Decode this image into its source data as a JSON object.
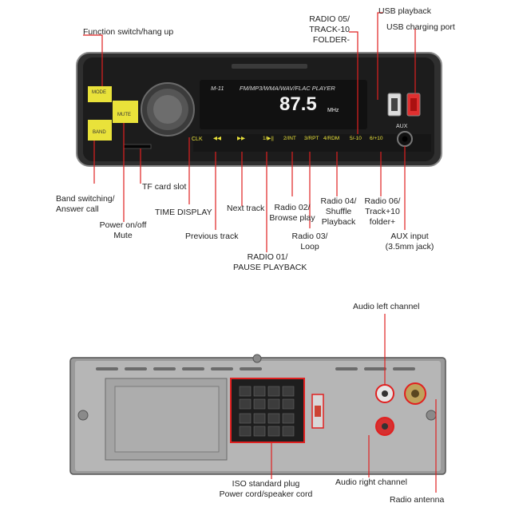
{
  "front_labels": {
    "function_switch": "Function switch/hang up",
    "radio05": [
      "RADIO 05/",
      "TRACK-10",
      "FOLDER-"
    ],
    "usb_playback": "USB playback",
    "usb_charging": "USB charging port",
    "tf_slot": "TF card slot",
    "band_switching": [
      "Band switching/",
      "Answer call"
    ],
    "power_mute": [
      "Power on/off",
      "Mute"
    ],
    "time_display": "TIME DISPLAY",
    "next_track": "Next track",
    "previous_track": "Previous track",
    "radio02": [
      "Radio 02/",
      "Browse play"
    ],
    "radio03": [
      "Radio 03/",
      "Loop"
    ],
    "radio04": [
      "Radio 04/",
      "Shuffle",
      "Playback"
    ],
    "radio06": [
      "Radio 06/",
      "Track+10",
      "folder+"
    ],
    "aux_input": [
      "AUX input",
      "(3.5mm jack)"
    ],
    "radio01": [
      "RADIO 01/",
      "PAUSE PLAYBACK"
    ]
  },
  "device": {
    "model": "M-11",
    "formats": "FM/MP3/WMA/WAV/FLAC  PLAYER",
    "frequency": "87.5",
    "unit": "MHz",
    "mode_btn": "MODE",
    "mute_btn": "MUTE",
    "band_btn": "BAND",
    "clk": "CLK",
    "aux": "AUX",
    "buttons": [
      "◀◀",
      "▶▶",
      "1/▶||",
      "2/INT",
      "3/RPT",
      "4/RDM",
      "5/-10",
      "6/+10"
    ]
  },
  "rear_labels": {
    "audio_left": "Audio left channel",
    "iso_plug": [
      "ISO standard plug",
      "Power cord/speaker cord"
    ],
    "audio_right": "Audio right channel",
    "radio_antenna": "Radio antenna"
  },
  "colors": {
    "accent_yellow": "#e9e23a",
    "callout_red": "#e02020",
    "panel_dark": "#262626"
  }
}
